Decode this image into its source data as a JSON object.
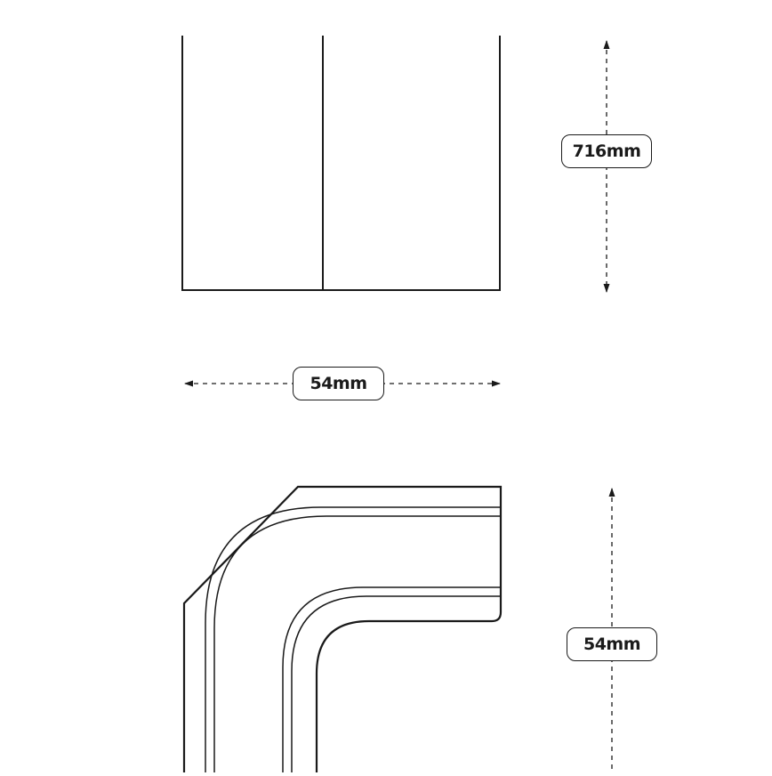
{
  "dimensions": {
    "top_height": "716mm",
    "width": "54mm",
    "bottom_height": "54mm"
  },
  "colors": {
    "stroke": "#1a1a1a",
    "background": "#ffffff"
  }
}
